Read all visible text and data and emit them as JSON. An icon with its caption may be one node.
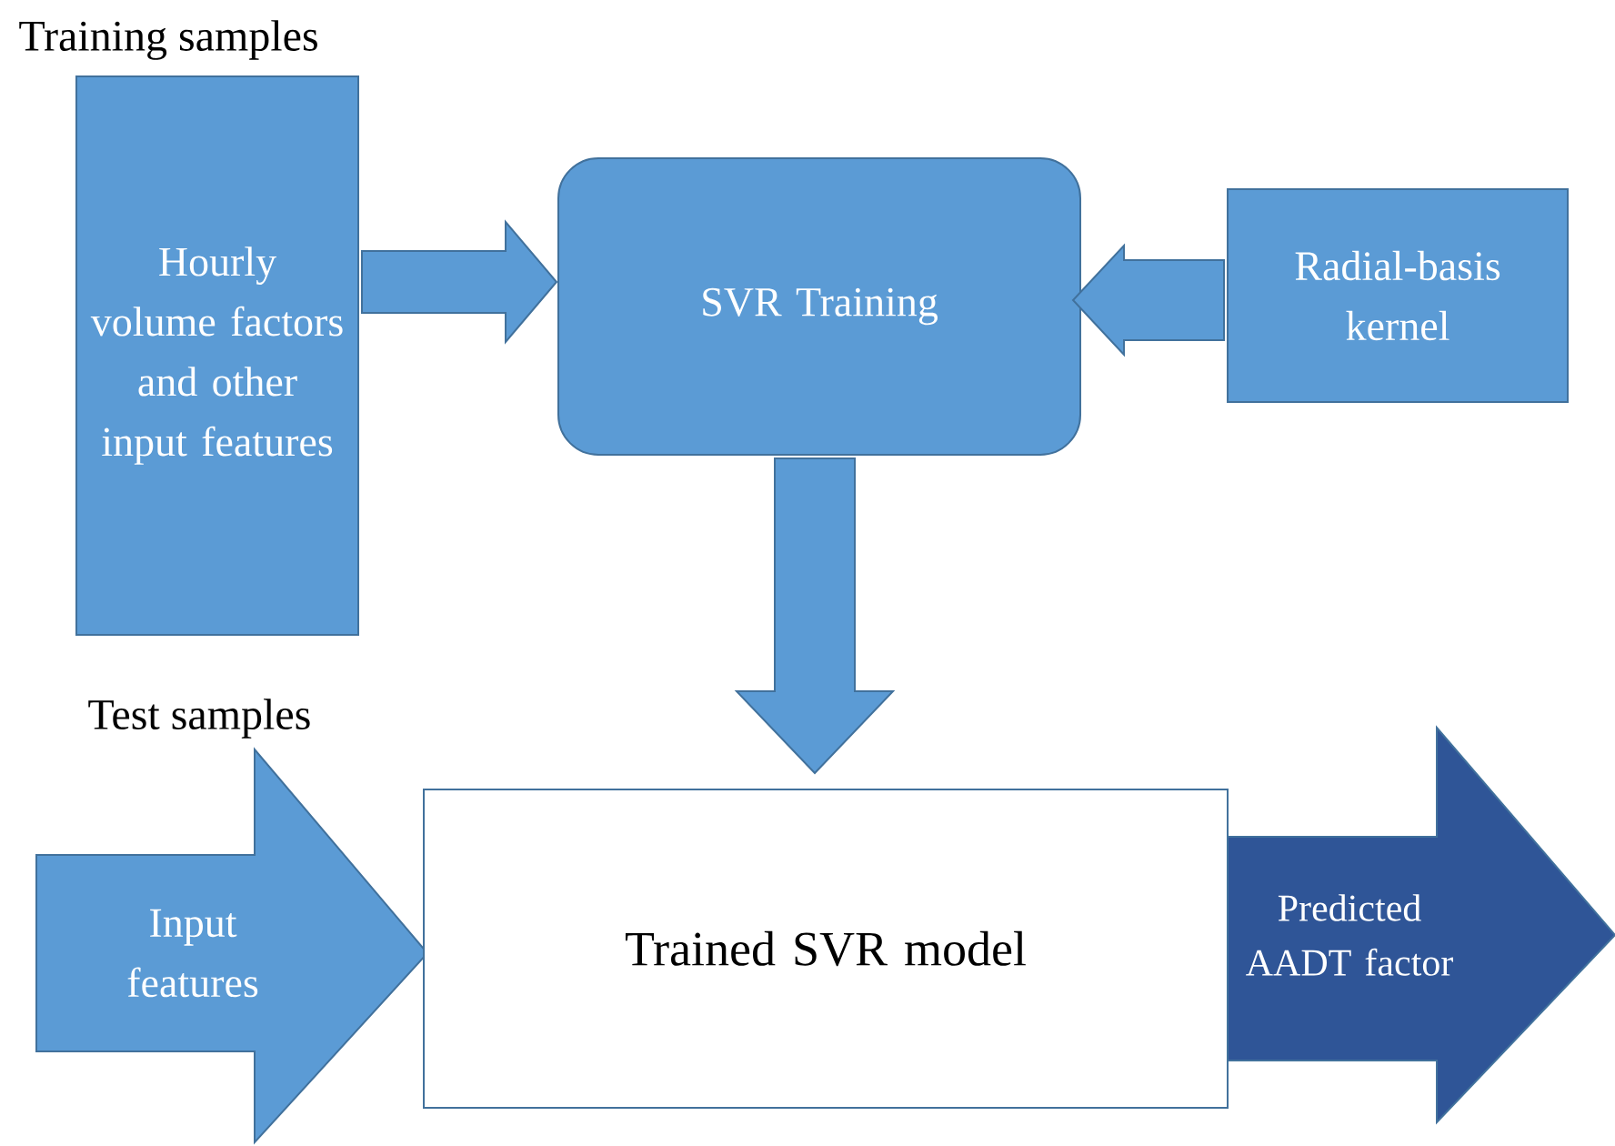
{
  "diagram": {
    "nodes": [
      {
        "text": [
          "Hourly volume factors and other input features"
        ],
        "beside": [
          "Training samples"
        ]
      },
      {
        "text": [
          "SVR Training"
        ]
      },
      {
        "text": [
          "Radial-basis kernel"
        ]
      },
      {
        "text": [
          "Input features"
        ],
        "beside": [
          "Test samples"
        ]
      },
      {
        "text": [
          "Trained SVR model"
        ]
      },
      {
        "text": [
          "Predicted AADT factor"
        ]
      }
    ],
    "edges": [
      {
        "from": 0,
        "to": 1,
        "arrow": "to"
      },
      {
        "from": 2,
        "to": 1,
        "arrow": "to"
      },
      {
        "from": 1,
        "to": 4,
        "arrow": "to"
      }
    ]
  }
}
